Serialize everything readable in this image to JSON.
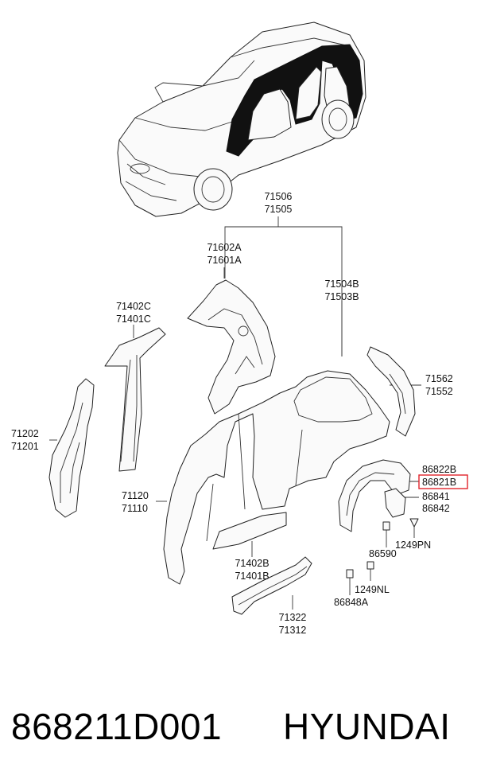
{
  "diagram": {
    "labels": [
      {
        "id": "l1",
        "text": "71506"
      },
      {
        "id": "l2",
        "text": "71505"
      },
      {
        "id": "l3",
        "text": "71602A"
      },
      {
        "id": "l4",
        "text": "71601A"
      },
      {
        "id": "l5",
        "text": "71504B"
      },
      {
        "id": "l6",
        "text": "71503B"
      },
      {
        "id": "l7",
        "text": "71402C"
      },
      {
        "id": "l8",
        "text": "71401C"
      },
      {
        "id": "l9",
        "text": "71562"
      },
      {
        "id": "l10",
        "text": "71552"
      },
      {
        "id": "l11",
        "text": "71202"
      },
      {
        "id": "l12",
        "text": "71201"
      },
      {
        "id": "l13",
        "text": "86822B"
      },
      {
        "id": "l14",
        "text": "86821B",
        "highlighted": true
      },
      {
        "id": "l15",
        "text": "86841"
      },
      {
        "id": "l16",
        "text": "86842"
      },
      {
        "id": "l17",
        "text": "71120"
      },
      {
        "id": "l18",
        "text": "71110"
      },
      {
        "id": "l19",
        "text": "1249PN"
      },
      {
        "id": "l20",
        "text": "86590"
      },
      {
        "id": "l21",
        "text": "71402B"
      },
      {
        "id": "l22",
        "text": "71401B"
      },
      {
        "id": "l23",
        "text": "1249NL"
      },
      {
        "id": "l24",
        "text": "86848A"
      },
      {
        "id": "l25",
        "text": "71322"
      },
      {
        "id": "l26",
        "text": "71312"
      }
    ],
    "highlight_color": "#e0232a"
  },
  "footer": {
    "part_number": "868211D001",
    "brand": "HYUNDAI"
  }
}
